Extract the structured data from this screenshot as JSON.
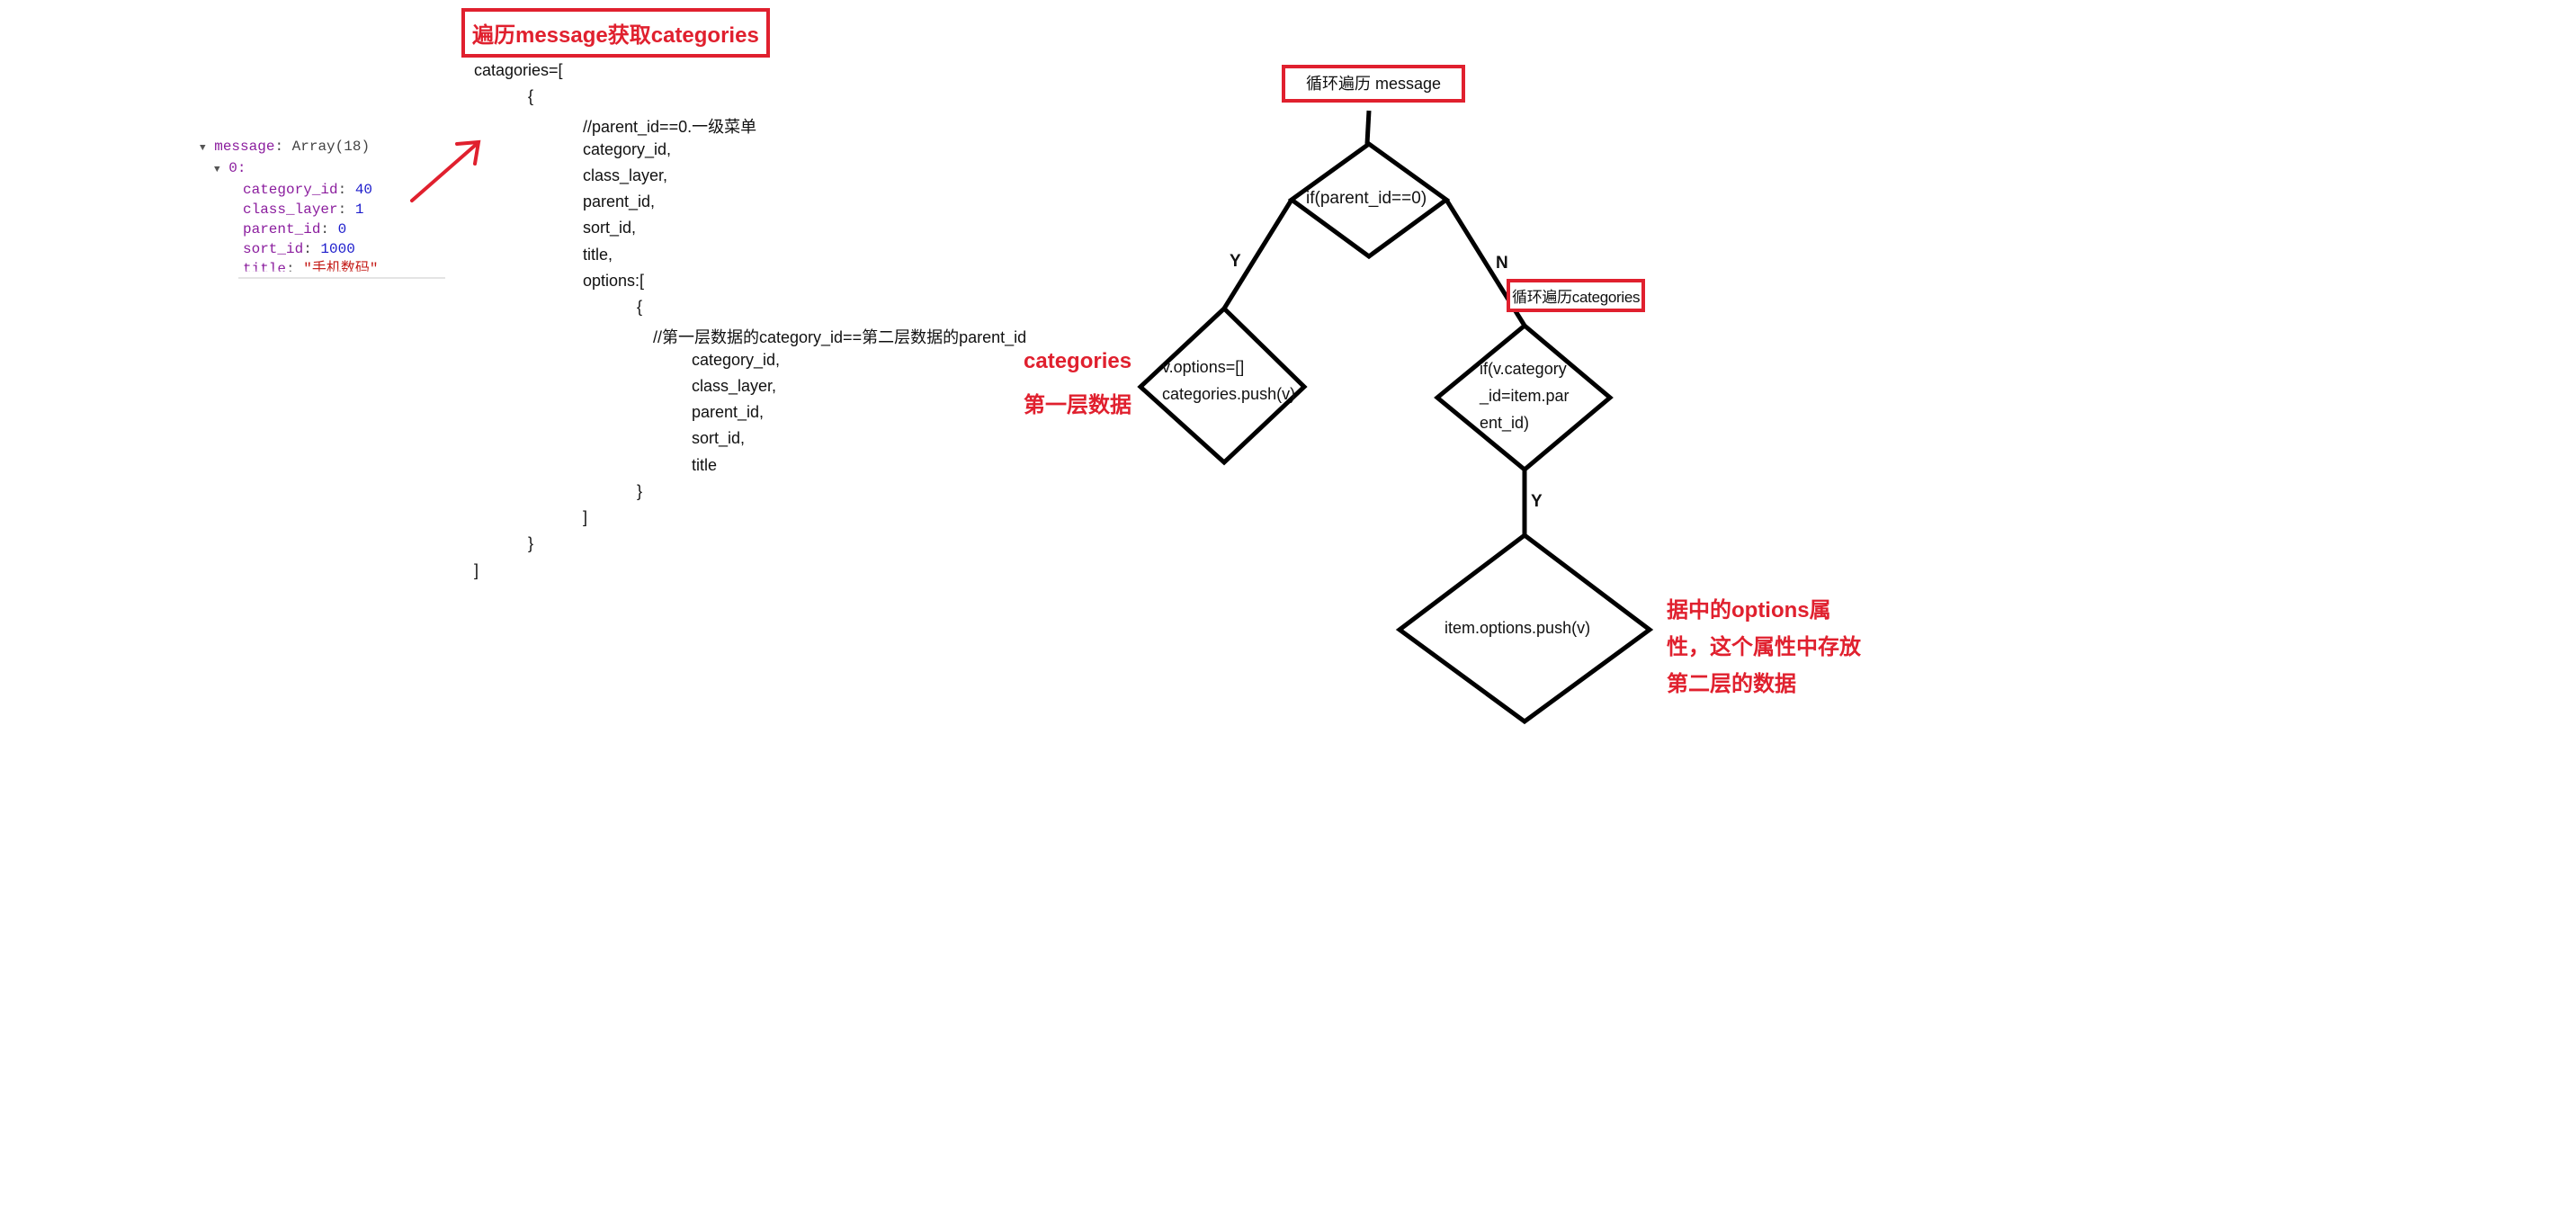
{
  "title": "遍历message获取categories",
  "console": {
    "message_key": "message",
    "message_value": "Array(18)",
    "index_label": "0:",
    "fields": [
      {
        "key": "category_id",
        "value": "40",
        "kind": "num"
      },
      {
        "key": "class_layer",
        "value": "1",
        "kind": "num"
      },
      {
        "key": "parent_id",
        "value": "0",
        "kind": "num"
      },
      {
        "key": "sort_id",
        "value": "1000",
        "kind": "num"
      },
      {
        "key": "title",
        "value": "\"手机数码\"",
        "kind": "str"
      }
    ]
  },
  "code_lines": [
    "catagories=[",
    "{",
    "//parent_id==0.一级菜单",
    "category_id,",
    "class_layer,",
    "parent_id,",
    "sort_id,",
    "title,",
    "options:[",
    "{",
    "//第一层数据的category_id==第二层数据的parent_id",
    "category_id,",
    "class_layer,",
    "parent_id,",
    "sort_id,",
    "title",
    "}",
    "]",
    "}",
    "]"
  ],
  "flow": {
    "start": "循环遍历 message",
    "decision1": "if(parent_id==0)",
    "yes_label": "Y",
    "no_label": "N",
    "yes_node_lines": [
      "v.options=[]",
      "categories.push(v)"
    ],
    "loop2": "循环遍历categories",
    "decision2_lines": [
      "if(v.category",
      "_id=item.par",
      "ent_id)"
    ],
    "yes2_label": "Y",
    "final_node": "item.options.push(v)"
  },
  "annotations": {
    "left": [
      "categories",
      "第一层数据"
    ],
    "right": [
      "据中的options属",
      "性，这个属性中存放",
      "第二层的数据"
    ]
  },
  "colors": {
    "accent_red": "#e0202e",
    "console_key": "#8b1d9e",
    "console_number": "#1c1ccc",
    "console_string": "#c41a16"
  }
}
